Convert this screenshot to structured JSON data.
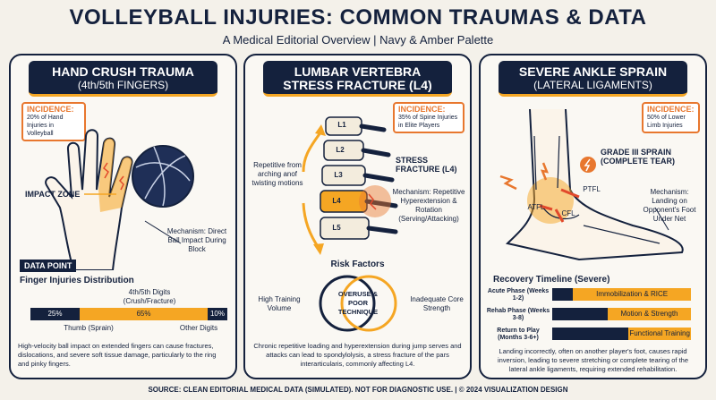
{
  "header": {
    "title": "VOLLEYBALL INJURIES: COMMON TRAUMAS & DATA",
    "subtitle": "A Medical Editorial Overview | Navy & Amber Palette"
  },
  "hand": {
    "title": "HAND CRUSH TRAUMA",
    "subtitle": "(4th/5th FINGERS)",
    "incidence_label": "INCIDENCE:",
    "incidence_text": "20% of Hand Injuries in Volleyball",
    "impact_zone": "IMPACT ZONE",
    "mechanism": "Mechanism: Direct Ball Impact During Block",
    "data_point_label": "DATA POINT",
    "distribution_title": "Finger Injuries Distribution",
    "digits_label": "4th/5th Digits (Crush/Fracture)",
    "bars": [
      {
        "label": "25%",
        "value": 25
      },
      {
        "label": "65%",
        "value": 65
      },
      {
        "label": "10%",
        "value": 10
      }
    ],
    "thumb_label": "Thumb (Sprain)",
    "other_label": "Other Digits",
    "description": "High-velocity ball impact on extended fingers can cause fractures, dislocations, and severe soft tissue damage, particularly to the ring and pinky fingers."
  },
  "spine": {
    "title": "LUMBAR VERTEBRA",
    "subtitle": "STRESS FRACTURE (L4)",
    "incidence_label": "INCIDENCE:",
    "incidence_text": "35% of Spine Injuries in Elite Players",
    "repetitive": "Repetitive from arching anof twisting motions",
    "vertebrae": [
      "L1",
      "L2",
      "L3",
      "L4",
      "L5"
    ],
    "fracture_label": "STRESS FRACTURE (L4)",
    "mechanism": "Mechanism: Repetitive Hyperextension & Rotation (Serving/Attacking)",
    "risk_title": "Risk Factors",
    "risk_left": "High Training Volume",
    "risk_center": "OVERUSE & POOR TECHNIQUE",
    "risk_right": "Inadequate Core Strength",
    "description": "Chronic repetitive loading and hyperextension during jump serves and attacks can lead to spondylolysis, a stress fracture of the pars interarticularis, commonly affecting L4."
  },
  "ankle": {
    "title": "SEVERE ANKLE SPRAIN",
    "subtitle": "(LATERAL LIGAMENTS)",
    "incidence_label": "INCIDENCE:",
    "incidence_text": "50% of Lower Limb Injuries",
    "grade": "GRADE III SPRAIN (COMPLETE TEAR)",
    "ptfl": "PTFL",
    "atfl": "ATFL",
    "cfl": "CFL",
    "mechanism": "Mechanism: Landing on Opponent's Foot Under Net",
    "timeline_title": "Recovery Timeline (Severe)",
    "timeline": [
      {
        "phase": "Acute Phase (Weeks 1-2)",
        "label": "Immobilization & RICE",
        "start": 0.15,
        "end": 1.0
      },
      {
        "phase": "Rehab Phase (Weeks 3-8)",
        "label": "Motion & Strength",
        "start": 0.4,
        "end": 1.0
      },
      {
        "phase": "Return to Play (Months 3-6+)",
        "label": "Functional Training",
        "start": 0.55,
        "end": 1.0
      }
    ],
    "description": "Landing incorrectly, often on another player's foot, causes rapid inversion, leading to severe stretching or complete tearing of the lateral ankle ligaments, requiring extended rehabilitation."
  },
  "footer": "SOURCE: CLEAN EDITORIAL MEDICAL DATA (SIMULATED). NOT FOR DIAGNOSTIC USE. | © 2024 VISUALIZATION DESIGN",
  "colors": {
    "navy": "#14213d",
    "amber": "#f5a623",
    "orange": "#e8772e",
    "red": "#e2492c"
  }
}
